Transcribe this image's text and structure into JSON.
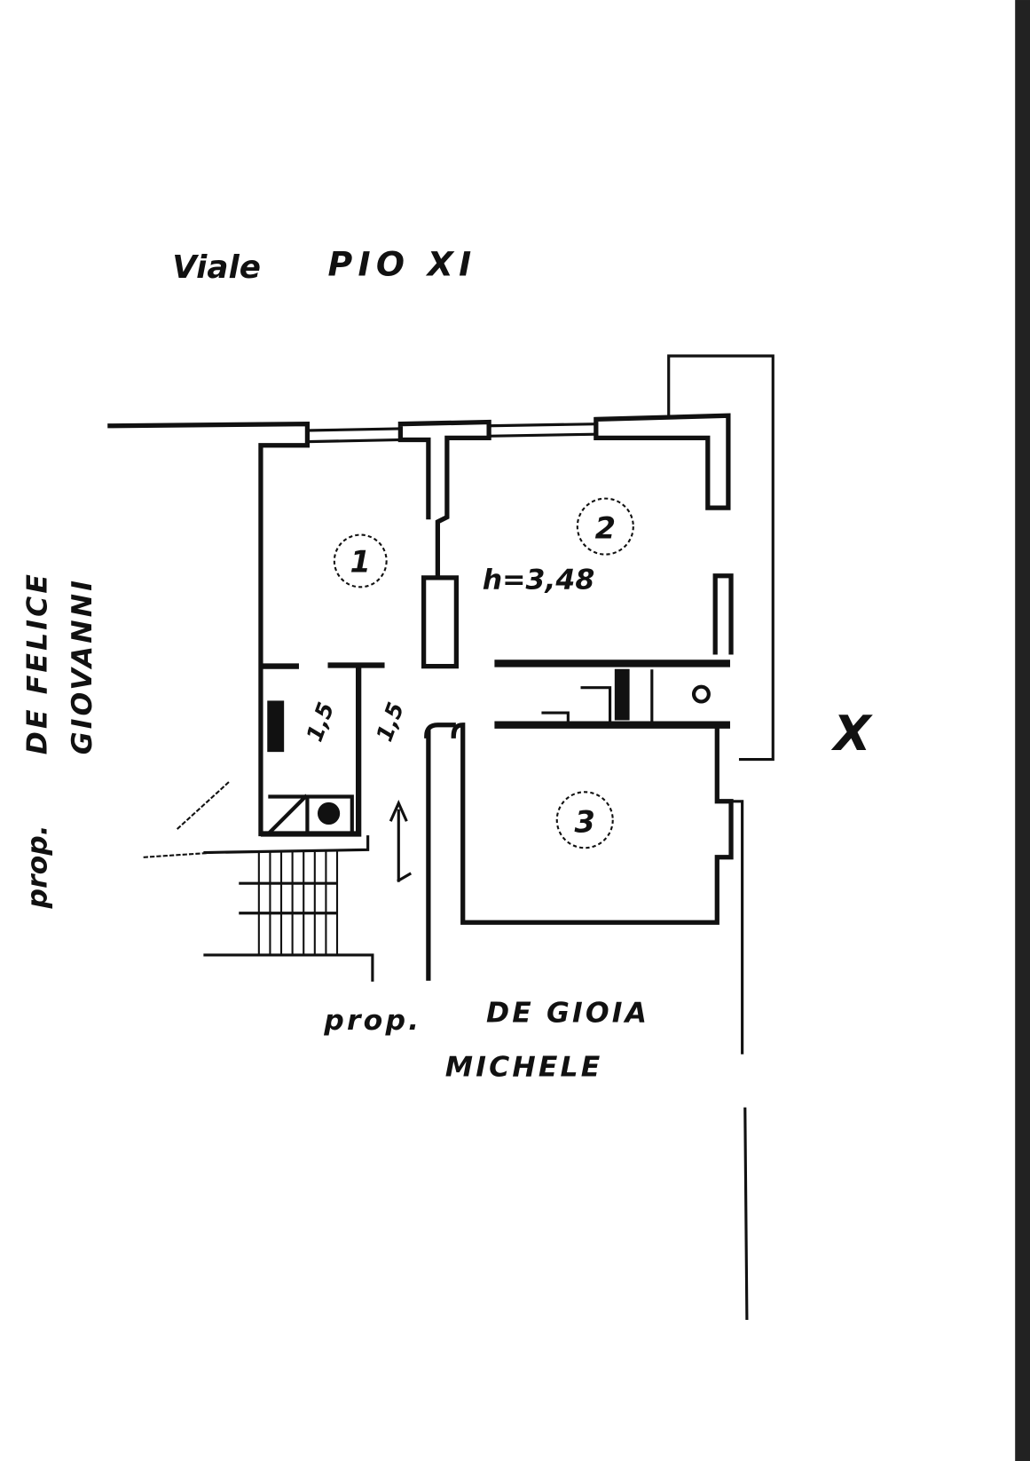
{
  "street": {
    "prefix": "Viale",
    "name": "PIO XI"
  },
  "neighbor_left": {
    "prefix": "prop.",
    "line1": "DE FELICE",
    "line2": "GIOVANNI"
  },
  "neighbor_bottom": {
    "prefix": "prop.",
    "line1": "DE GIOIA",
    "line2": "MICHELE"
  },
  "ceiling_height": "h=3,48",
  "rooms": [
    {
      "number": "1"
    },
    {
      "number": "2"
    },
    {
      "number": "3"
    }
  ],
  "dimension_labels": [
    "1,5",
    "1,5"
  ],
  "marker": "X",
  "colors": {
    "ink": "#111111",
    "paper": "#ffffff"
  }
}
